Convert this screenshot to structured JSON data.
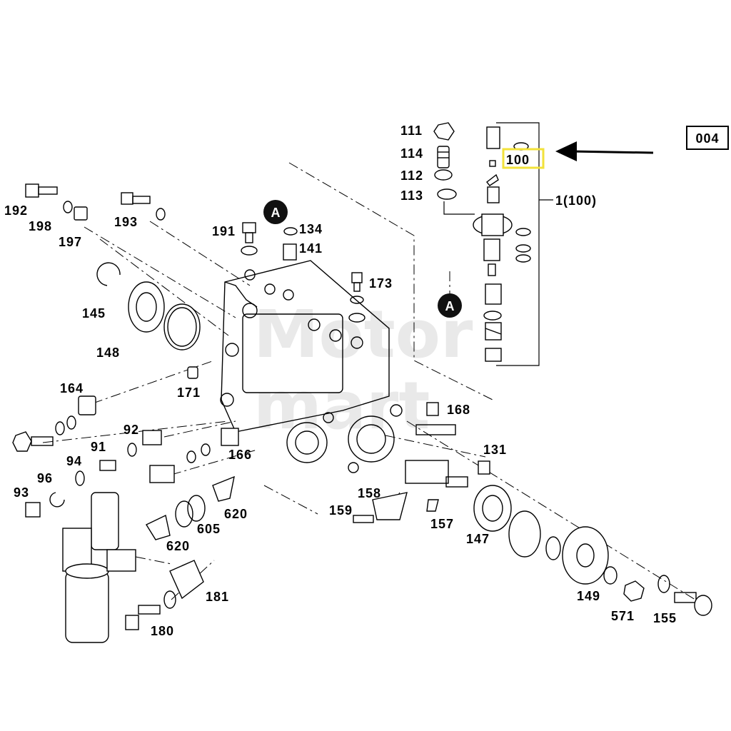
{
  "figure_code": "004",
  "highlighted_part": "100",
  "assembly_label": "1(100)",
  "detail_marker": "A",
  "watermark": {
    "line1": "Motor",
    "line2": "mart"
  },
  "colors": {
    "highlight": "#f2e23a",
    "ink": "#000000",
    "watermark": "#e6e6e6"
  },
  "callouts": {
    "p111": "111",
    "p114": "114",
    "p112": "112",
    "p113": "113",
    "p192": "192",
    "p198": "198",
    "p197": "197",
    "p193": "193",
    "p191": "191",
    "p134": "134",
    "p141": "141",
    "p173": "173",
    "p145": "145",
    "p148": "148",
    "p164": "164",
    "p171": "171",
    "p168": "168",
    "p92": "92",
    "p91": "91",
    "p94": "94",
    "p96": "96",
    "p93": "93",
    "p166": "166",
    "p131": "131",
    "p158": "158",
    "p159": "159",
    "p157": "157",
    "p147": "147",
    "p620a": "620",
    "p605": "605",
    "p620b": "620",
    "p181": "181",
    "p180": "180",
    "p149": "149",
    "p571": "571",
    "p155": "155"
  }
}
